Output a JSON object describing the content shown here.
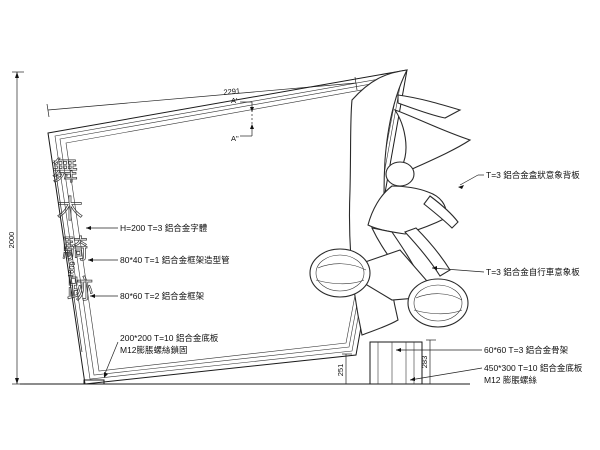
{
  "dimensions": {
    "width_top": "2291",
    "height_total": "2000",
    "height_text": "1609",
    "base_left": "251",
    "base_right": "283"
  },
  "section_marks": {
    "top": "A'",
    "bottom": "A\""
  },
  "sign_text": "舞木騎跡",
  "callouts": {
    "letters": "H=200 T=3 鋁合金字體",
    "frame_tube": "80*40 T=1 鋁合金框架造型管",
    "frame": "80*60 T=2 鋁合金框架",
    "base_plate_line1": "200*200 T=10 鋁合金底板",
    "base_plate_line2": "M12膨脹螺絲鎖固",
    "back_panel": "T=3 鋁合金盒狀意象背板",
    "bicycle_panel": "T=3 鋁合金自行車意象板",
    "bone_frame": "60*60 T=3 鋁合金骨架",
    "base_plate2_line1": "450*300 T=10 鋁合金底板",
    "base_plate2_line2": "M12 膨脹螺絲"
  }
}
